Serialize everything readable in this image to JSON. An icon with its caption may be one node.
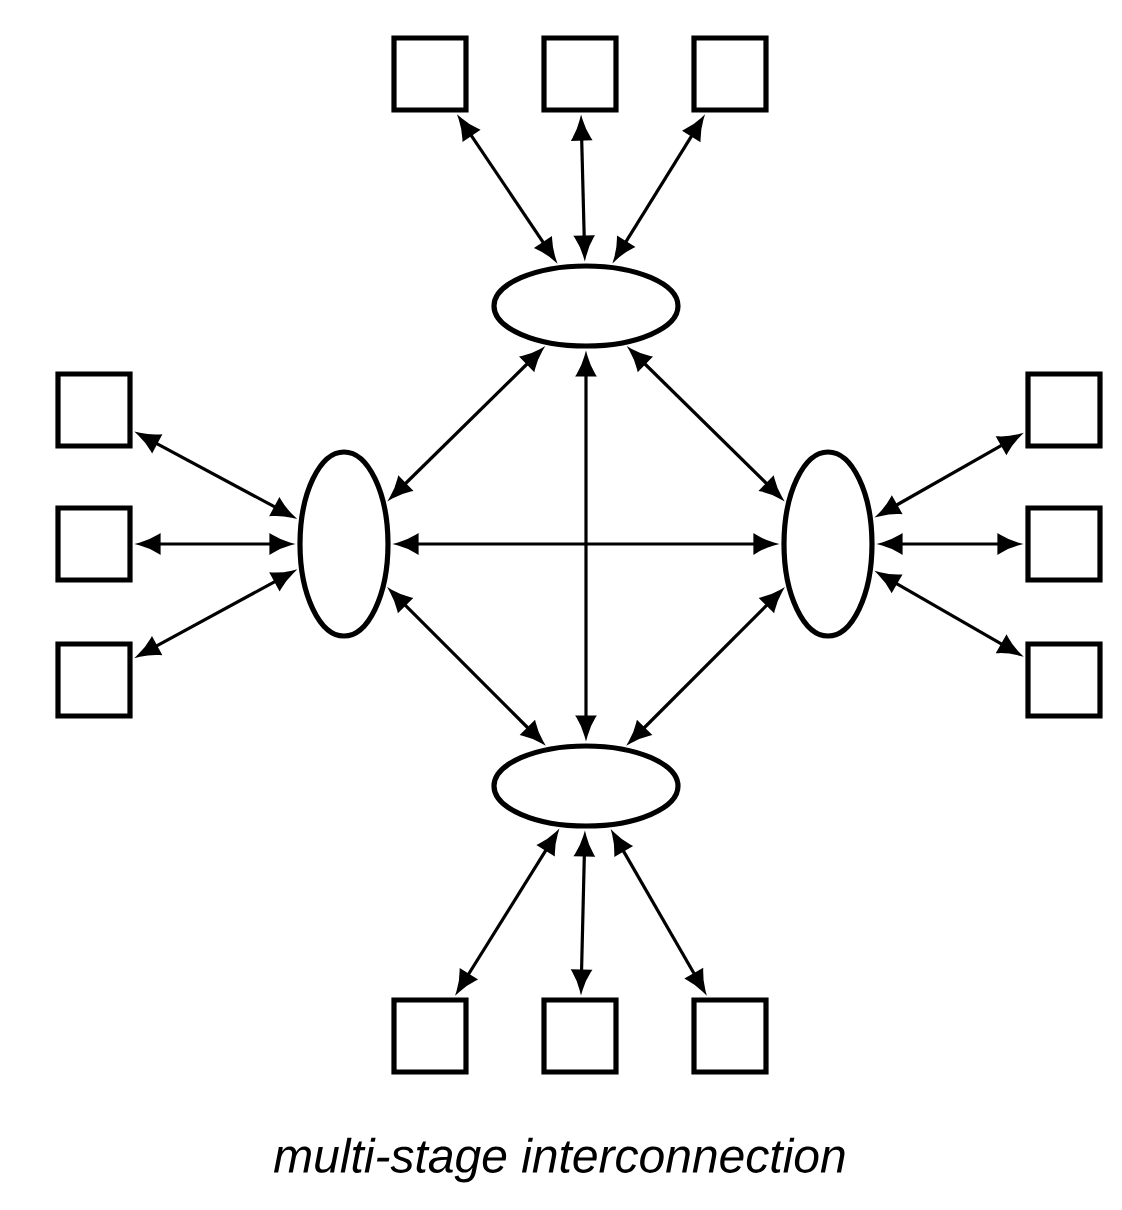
{
  "diagram": {
    "caption": "multi-stage interconnection",
    "nodes": [
      {
        "text": [],
        "shape": "box"
      },
      {
        "text": [],
        "shape": "box"
      },
      {
        "text": [],
        "shape": "box"
      },
      {
        "text": [],
        "shape": "ellipse"
      },
      {
        "text": [],
        "shape": "box"
      },
      {
        "text": [],
        "shape": "box"
      },
      {
        "text": [],
        "shape": "box"
      },
      {
        "text": [],
        "shape": "ellipse"
      },
      {
        "text": [],
        "shape": "ellipse"
      },
      {
        "text": [],
        "shape": "box"
      },
      {
        "text": [],
        "shape": "box"
      },
      {
        "text": [],
        "shape": "box"
      },
      {
        "text": [],
        "shape": "ellipse"
      },
      {
        "text": [],
        "shape": "box"
      },
      {
        "text": [],
        "shape": "box"
      },
      {
        "text": [],
        "shape": "box"
      }
    ],
    "edges": [
      {
        "from": 0,
        "to": 3,
        "arrow": "both"
      },
      {
        "from": 1,
        "to": 3,
        "arrow": "both"
      },
      {
        "from": 2,
        "to": 3,
        "arrow": "both"
      },
      {
        "from": 4,
        "to": 7,
        "arrow": "both"
      },
      {
        "from": 5,
        "to": 7,
        "arrow": "both"
      },
      {
        "from": 6,
        "to": 7,
        "arrow": "both"
      },
      {
        "from": 9,
        "to": 8,
        "arrow": "both"
      },
      {
        "from": 10,
        "to": 8,
        "arrow": "both"
      },
      {
        "from": 11,
        "to": 8,
        "arrow": "both"
      },
      {
        "from": 13,
        "to": 12,
        "arrow": "both"
      },
      {
        "from": 14,
        "to": 12,
        "arrow": "both"
      },
      {
        "from": 15,
        "to": 12,
        "arrow": "both"
      },
      {
        "from": 3,
        "to": 7,
        "arrow": "both"
      },
      {
        "from": 3,
        "to": 8,
        "arrow": "both"
      },
      {
        "from": 3,
        "to": 12,
        "arrow": "both"
      },
      {
        "from": 7,
        "to": 8,
        "arrow": "both"
      },
      {
        "from": 7,
        "to": 12,
        "arrow": "both"
      },
      {
        "from": 8,
        "to": 12,
        "arrow": "both"
      }
    ]
  }
}
